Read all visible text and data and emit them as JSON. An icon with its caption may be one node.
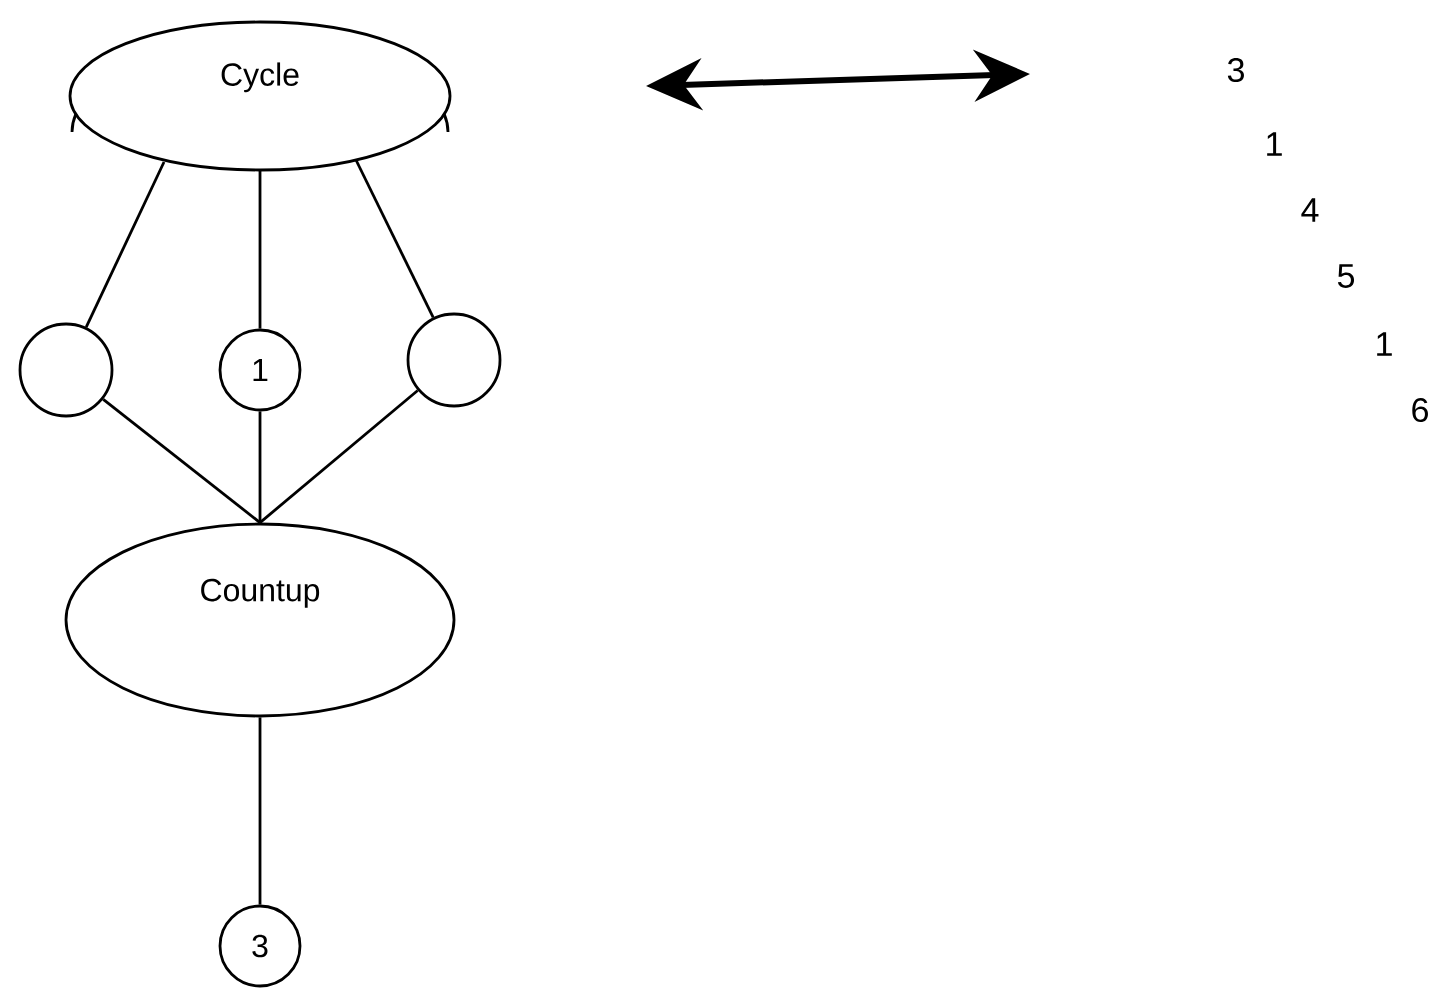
{
  "diagram": {
    "nodes": [
      {
        "text": [
          "Cycle"
        ]
      },
      {
        "text": [],
        "shape": "circle"
      },
      {
        "text": [
          "1"
        ]
      },
      {
        "text": [],
        "shape": "circle"
      },
      {
        "text": [
          "Countup"
        ]
      },
      {
        "text": [
          "3"
        ]
      }
    ],
    "edges": [
      {
        "from": 0,
        "to": 1,
        "arrow": "none"
      },
      {
        "from": 0,
        "to": 2,
        "arrow": "none"
      },
      {
        "from": 0,
        "to": 3,
        "arrow": "none"
      },
      {
        "from": 1,
        "to": 4,
        "arrow": "none"
      },
      {
        "from": 2,
        "to": 4,
        "arrow": "none"
      },
      {
        "from": 3,
        "to": 4,
        "arrow": "none"
      },
      {
        "from": 4,
        "to": 5,
        "arrow": "none"
      }
    ],
    "labels": [
      "3",
      "1",
      "4",
      "5",
      "1",
      "6"
    ]
  }
}
